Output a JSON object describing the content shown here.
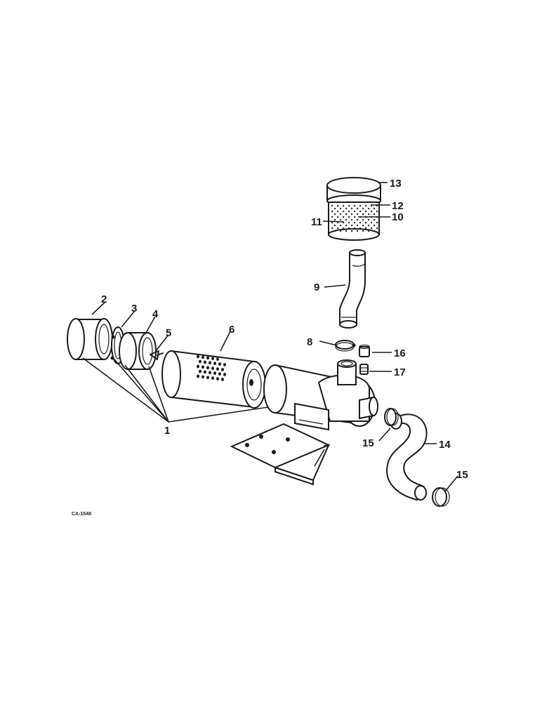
{
  "callouts": [
    {
      "id": "c1",
      "text": "1"
    },
    {
      "id": "c2",
      "text": "2"
    },
    {
      "id": "c3",
      "text": "3"
    },
    {
      "id": "c4",
      "text": "4"
    },
    {
      "id": "c5",
      "text": "5"
    },
    {
      "id": "c6",
      "text": "6"
    },
    {
      "id": "c7",
      "text": "7"
    },
    {
      "id": "c8",
      "text": "8"
    },
    {
      "id": "c9",
      "text": "9"
    },
    {
      "id": "c10",
      "text": "10"
    },
    {
      "id": "c11",
      "text": "11"
    },
    {
      "id": "c12",
      "text": "12"
    },
    {
      "id": "c13",
      "text": "13"
    },
    {
      "id": "c14",
      "text": "14"
    },
    {
      "id": "c15a",
      "text": "15"
    },
    {
      "id": "c15b",
      "text": "15"
    },
    {
      "id": "c16",
      "text": "16"
    },
    {
      "id": "c17",
      "text": "17"
    }
  ],
  "drawing_code": "CA-1548"
}
